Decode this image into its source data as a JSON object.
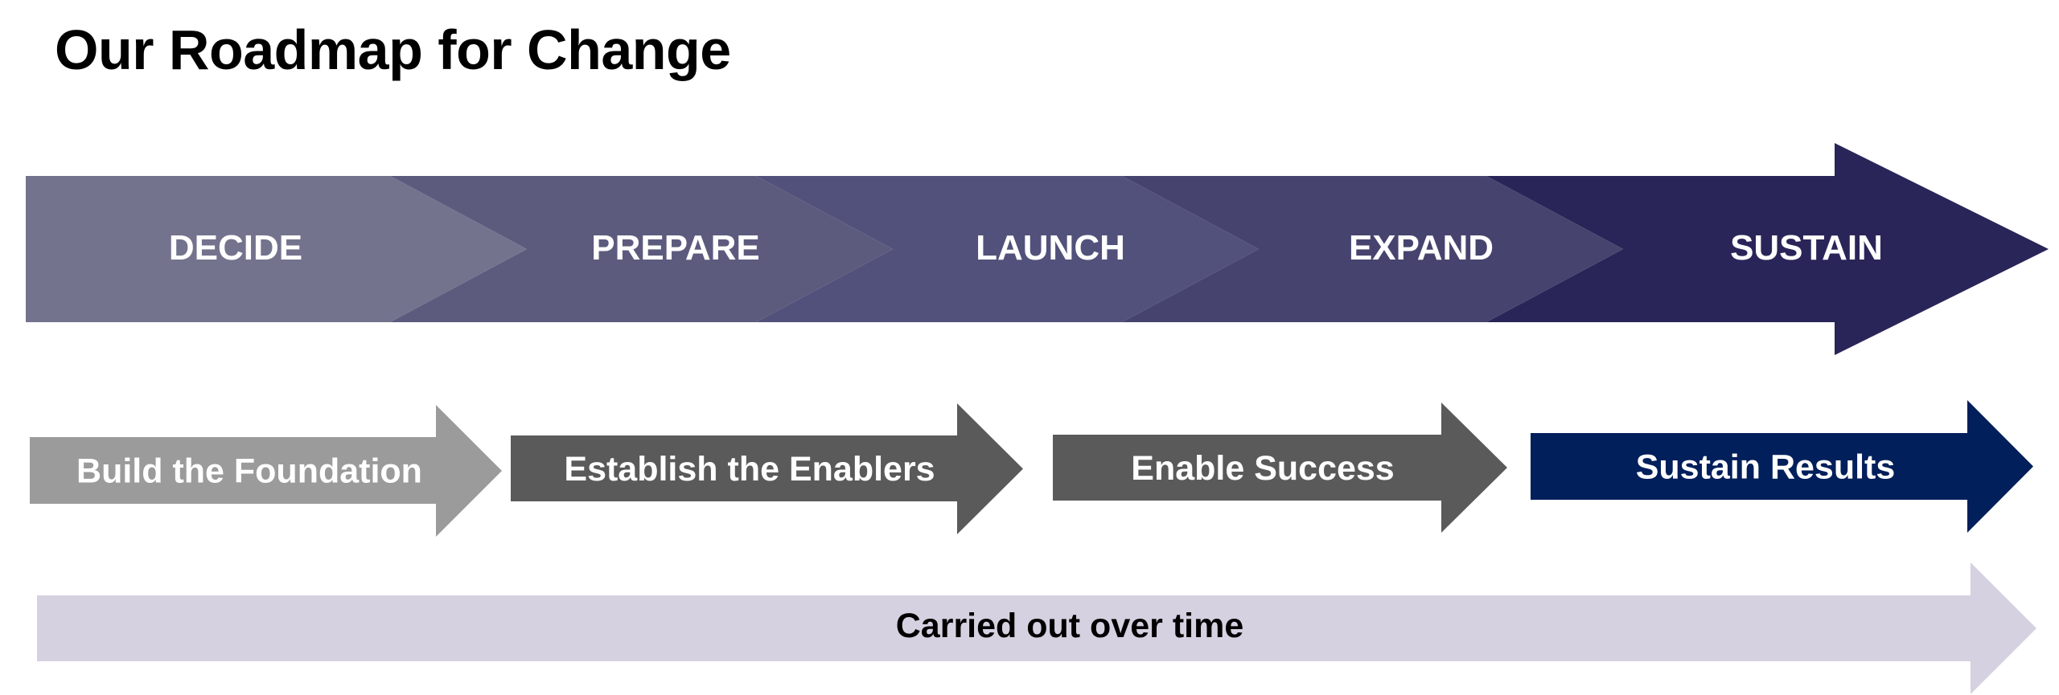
{
  "title": "Our Roadmap for Change",
  "phases": [
    {
      "label": "DECIDE",
      "color": "#74738E"
    },
    {
      "label": "PREPARE",
      "color": "#5C5B7E"
    },
    {
      "label": "LAUNCH",
      "color": "#51517B"
    },
    {
      "label": "EXPAND",
      "color": "#46436E"
    },
    {
      "label": "SUSTAIN",
      "color": "#2A2558"
    }
  ],
  "steps": [
    {
      "label": "Build the Foundation",
      "color": "#9B9B9B"
    },
    {
      "label": "Establish the Enablers",
      "color": "#5A5A5A"
    },
    {
      "label": "Enable Success",
      "color": "#5A5A5A"
    },
    {
      "label": "Sustain Results",
      "color": "#001F5B"
    }
  ],
  "timeline": {
    "label": "Carried out over time",
    "color": "#D5D1E0"
  }
}
